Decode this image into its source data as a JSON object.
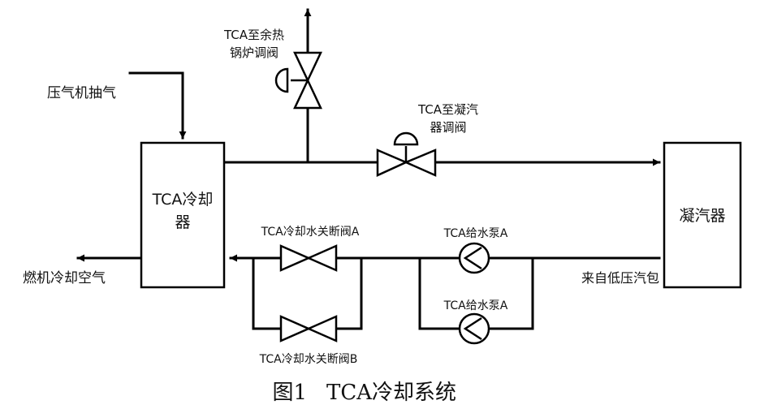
{
  "labels": {
    "compressor_extraction": "压气机抽气",
    "tca_cooler_line1": "TCA冷却",
    "tca_cooler_line2": "器",
    "cooling_air_out": "燃机冷却空气",
    "valve_boiler_line1": "TCA至余热",
    "valve_boiler_line2": "锅炉调阀",
    "valve_condenser_line1": "TCA至凝汽",
    "valve_condenser_line2": "器调阀",
    "condenser": "凝汽器",
    "shutoff_valve_a": "TCA冷却水关断阀A",
    "shutoff_valve_b": "TCA冷却水关断阀B",
    "pump_top": "TCA给水泵A",
    "pump_bottom": "TCA给水泵A",
    "from_lp_drum": "来自低压汽包"
  },
  "caption": {
    "figure_number": "图1",
    "title": "TCA冷却系统"
  }
}
